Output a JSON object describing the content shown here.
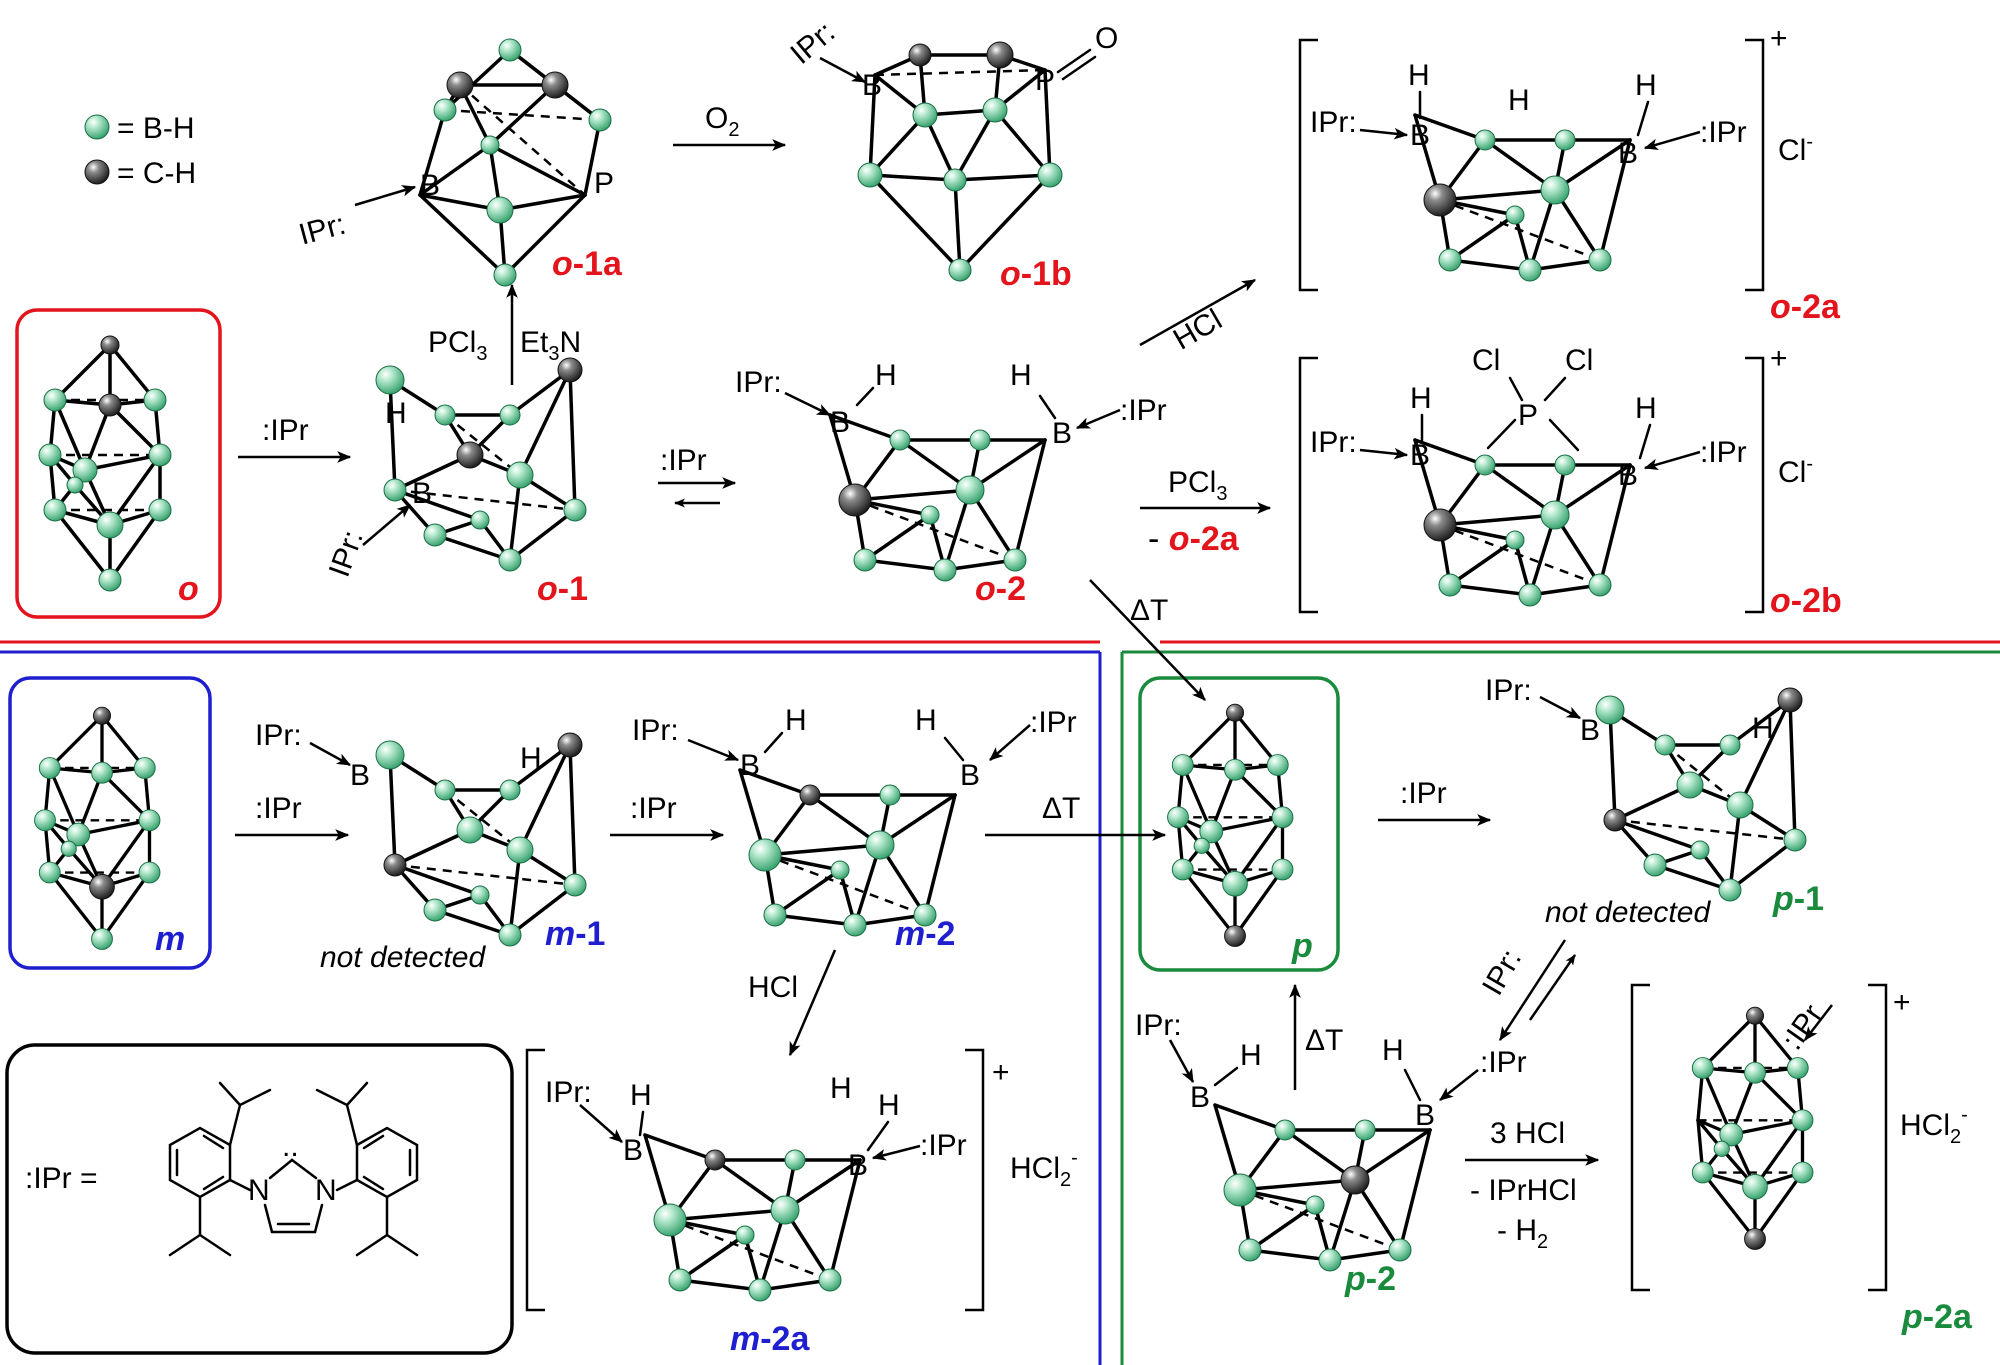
{
  "colors": {
    "o_series": "#e3141b",
    "m_series": "#1f1fd0",
    "p_series": "#1a8a3c",
    "bh_vertex": "#5fc08f",
    "ch_vertex": "#454545",
    "line": "#000000"
  },
  "legend": {
    "bh_label": "= B-H",
    "ch_label": "= C-H"
  },
  "compounds": {
    "o": "o",
    "o_1": {
      "prefix": "o",
      "suffix": "-1"
    },
    "o_1a": {
      "prefix": "o",
      "suffix": "-1a"
    },
    "o_1b": {
      "prefix": "o",
      "suffix": "-1b"
    },
    "o_2": {
      "prefix": "o",
      "suffix": "-2"
    },
    "o_2a": {
      "prefix": "o",
      "suffix": "-2a"
    },
    "o_2b": {
      "prefix": "o",
      "suffix": "-2b"
    },
    "m": "m",
    "m_1": {
      "prefix": "m",
      "suffix": "-1"
    },
    "m_2": {
      "prefix": "m",
      "suffix": "-2"
    },
    "m_2a": {
      "prefix": "m",
      "suffix": "-2a"
    },
    "p": "p",
    "p_1": {
      "prefix": "p",
      "suffix": "-1"
    },
    "p_2": {
      "prefix": "p",
      "suffix": "-2"
    },
    "p_2a": {
      "prefix": "p",
      "suffix": "-2a"
    }
  },
  "reagents": {
    "ipr": ":IPr",
    "ipr_arrow": "IPr:",
    "ipr_right": ":IPr",
    "o2": "O",
    "o2_sub": "2",
    "pcl3_et3n_a": "PCl",
    "pcl3_sub": "3",
    "et3n_a": "Et",
    "et3n_sub": "3",
    "et3n_b": "N",
    "hcl": "HCl",
    "pcl3": "PCl",
    "minus_o2a_prefix": "- ",
    "delta_t": "ΔT",
    "three_hcl": "3 HCl",
    "minus_iprhcl": "- IPrHCl",
    "minus_h2": "- H",
    "h2_sub": "2"
  },
  "ions": {
    "plus": "+",
    "cl_minus": "Cl",
    "minus": "-",
    "hcl2_minus": "HCl",
    "hcl2_sub": "2",
    "hcl2_sup": "-"
  },
  "atoms": {
    "B": "B",
    "H": "H",
    "P": "P",
    "O": "O",
    "Cl": "Cl",
    "N": "N"
  },
  "notes": {
    "not_detected": "not detected"
  },
  "ipr_definition": {
    "label": ":IPr =",
    "carbene_dots": ".."
  }
}
